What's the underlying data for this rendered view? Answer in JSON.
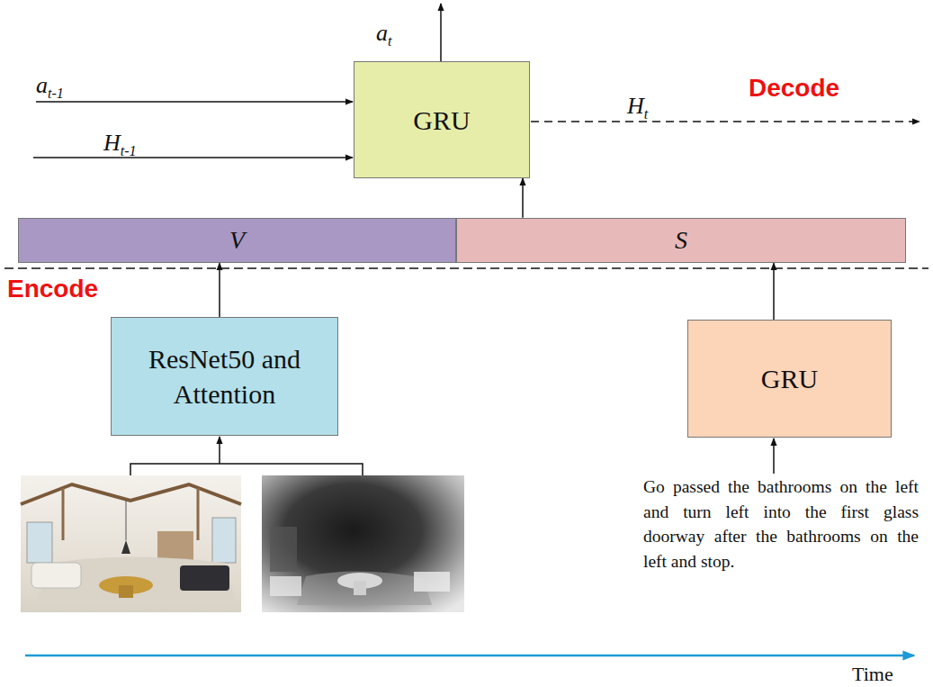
{
  "diagram": {
    "nodes": [
      {
        "text": [
          "GRU"
        ]
      },
      {
        "text": [
          "V"
        ]
      },
      {
        "text": [
          "S"
        ]
      },
      {
        "text": [
          "ResNet50 and Attention"
        ]
      },
      {
        "text": [
          "GRU"
        ]
      }
    ],
    "edges": [
      {
        "from": 2,
        "to": 0,
        "arrow": "to"
      },
      {
        "from": 3,
        "to": 1,
        "arrow": "to"
      },
      {
        "from": 4,
        "to": 2,
        "arrow": "to"
      }
    ],
    "labels": [
      "at",
      "at-1",
      "Ht",
      "Decode",
      "Ht-1",
      "Encode",
      "Go passed the bathrooms on the left and turn left into the first glass doorway after the bathrooms on the left and stop.",
      "Time"
    ]
  }
}
